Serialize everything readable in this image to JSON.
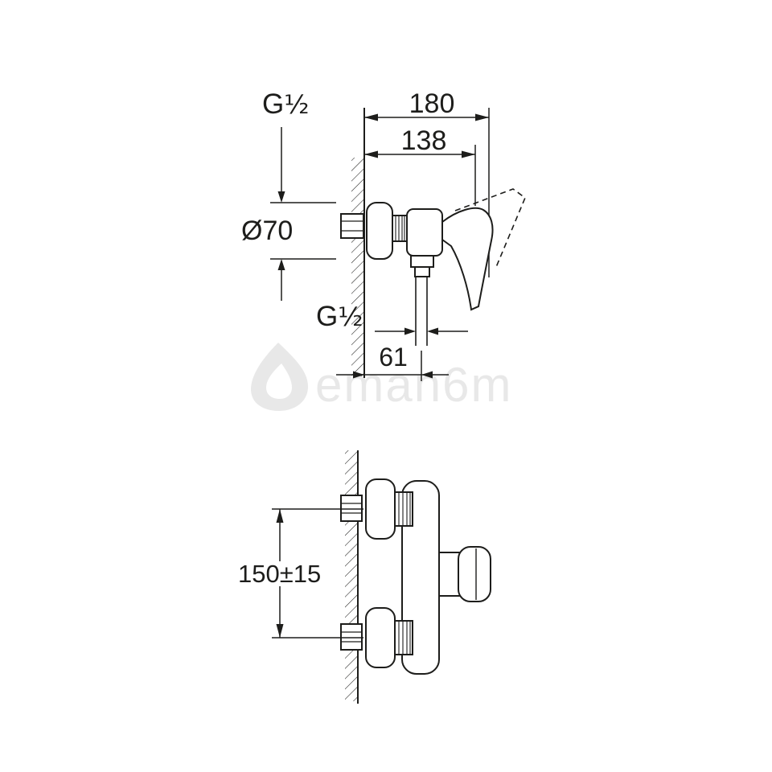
{
  "colors": {
    "line": "#1d1d1b",
    "watermark": "#e8e8e8",
    "background": "#ffffff"
  },
  "top_view": {
    "thread_inlet": {
      "base": "G",
      "fraction": "¹⁄₂"
    },
    "dim_total_depth": "180",
    "dim_body_depth": "138",
    "dim_rosette_diameter": "Ø70",
    "thread_outlet": {
      "base": "G",
      "fraction": "¹⁄₂"
    },
    "dim_outlet_distance": "61"
  },
  "front_view": {
    "dim_connection_spacing": "150±15"
  },
  "watermark": {
    "text": "eman6m"
  }
}
